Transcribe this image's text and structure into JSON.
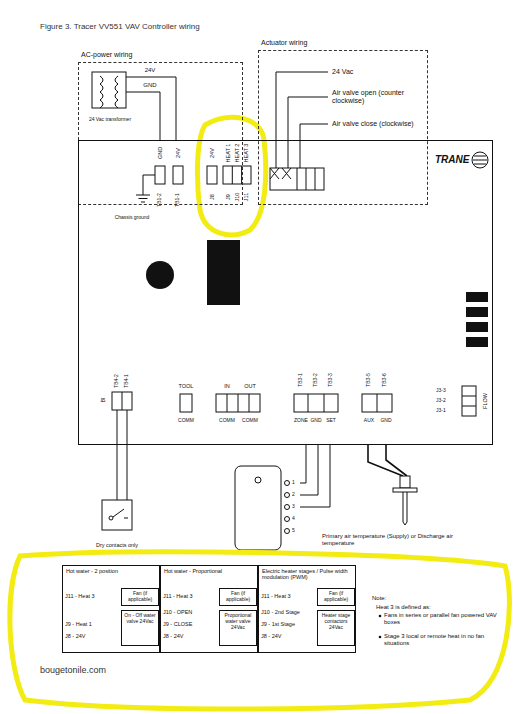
{
  "diagram": {
    "title": "Figure 3. Tracer VV551 VAV Controller wiring",
    "nodes": [
      {
        "text": [
          "AC-power wiring"
        ]
      },
      {
        "text": [
          "Actuator wiring"
        ]
      },
      {
        "text": [
          "TRANE"
        ]
      },
      {
        "text": [
          "Hot water - 2 position"
        ]
      },
      {
        "text": [
          "Fan (if applicable)"
        ],
        "in": 3
      },
      {
        "text": [
          "On - Off water valve 24Vac"
        ],
        "in": 3
      },
      {
        "text": [
          "Hot water - Proportional"
        ]
      },
      {
        "text": [
          "Fan (if applicable)"
        ],
        "in": 6
      },
      {
        "text": [
          "Proportional water valve 24Vac"
        ],
        "in": 6
      },
      {
        "text": [
          "Electric heater stages / Pulse width modulation (PWM)"
        ]
      },
      {
        "text": [
          "Fan (if applicable)"
        ],
        "in": 9
      },
      {
        "text": [
          "Heater stage contactors 24Vac"
        ],
        "in": 9
      }
    ],
    "labels": [
      "24V",
      "GND",
      "24 Vac transformer",
      "GND",
      "24V",
      "TB1-2",
      "TB1-1",
      "Chassis ground",
      "24V",
      "HEAT 1",
      "HEAT 2",
      "HEAT 3",
      "J8",
      "J9",
      "J10",
      "J11",
      "24 Vac",
      "Air valve open (counter clockwise)",
      "Air valve close (clockwise)",
      "TB4-2",
      "TB4-1",
      "BI",
      "TOOL",
      "COMM",
      "IN",
      "OUT",
      "COMM",
      "COMM",
      "TB3-1",
      "TB3-2",
      "TB3-3",
      "ZONE",
      "GND",
      "SET",
      "TB3-5",
      "TB3-6",
      "AUX",
      "GND",
      "J3-3",
      "J3-2",
      "J3-1",
      "FLOW",
      "1",
      "2",
      "3",
      "4",
      "5",
      "Dry contacts only",
      "Primary air temperature (Supply) or Discharge air temperature",
      "J11 - Heat 3",
      "J9 - Heat 1",
      "J8 - 24V",
      "J11 - Heat 3",
      "J10 - OPEN",
      "J9 - CLOSE",
      "J8 - 24V",
      "J11 - Heat 3",
      "J10 - 2nd Stage",
      "J9 - 1st Stage",
      "J8 - 24V",
      "Note:",
      "Heat 3 is defined as:",
      "Fans in series or parallel fan powered VAV boxes",
      "Stage 3 local or remote heat in no fan situations",
      "bougetonile.com"
    ]
  }
}
